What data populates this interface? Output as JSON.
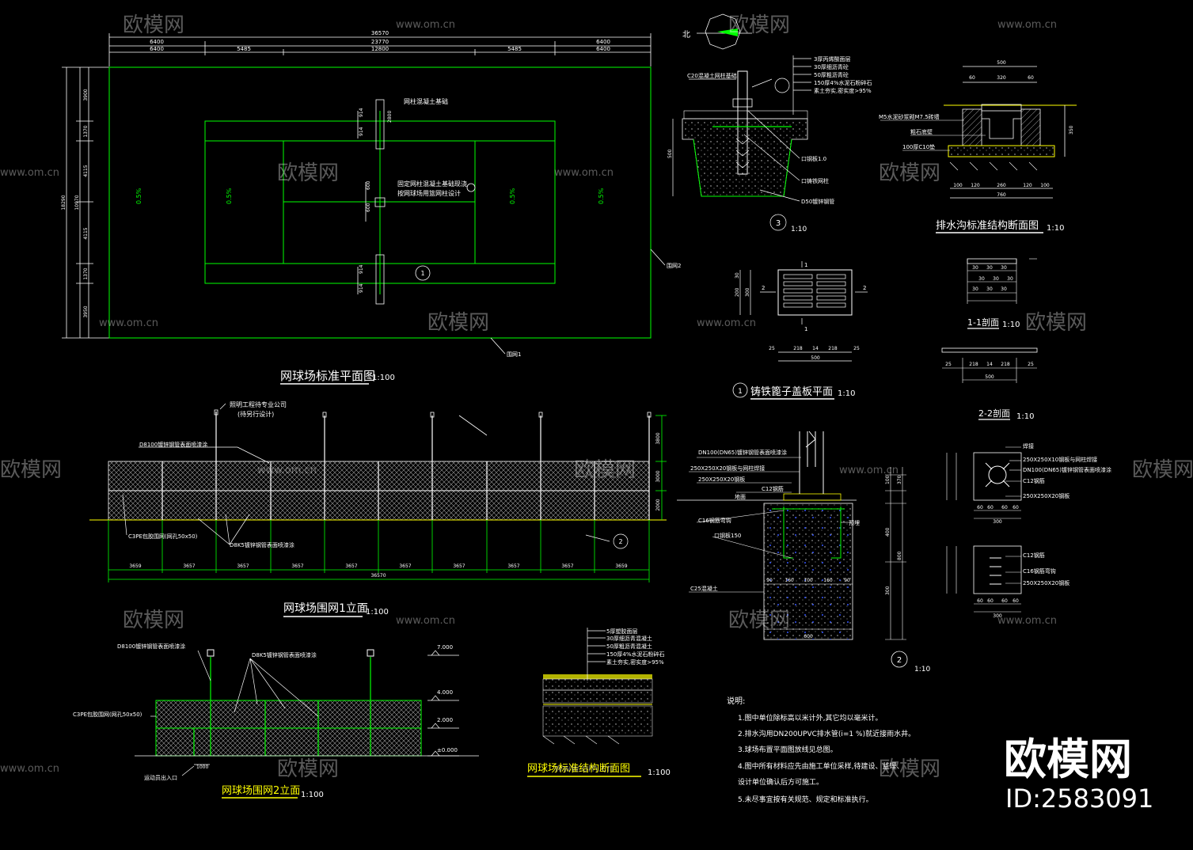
{
  "titles": {
    "plan": "网球场标准平面图",
    "plan_scale": "1:100",
    "elev1": "网球场围网1立面",
    "elev1_scale": "1:100",
    "elev2": "网球场围网2立面",
    "elev2_scale": "1:100",
    "section": "网球场标准结构断面图",
    "section_scale": "1:100",
    "drain": "排水沟标准结构断面图",
    "drain_scale": "1:10",
    "cover": "铸铁篦子盖板平面",
    "cover_scale": "1:10",
    "sec11": "1-1剖面",
    "sec11_scale": "1:10",
    "sec22": "2-2剖面",
    "sec22_scale": "1:10",
    "det3_scale": "1:10",
    "det2_scale": "1:10"
  },
  "plan": {
    "dim_top": [
      "36570",
      "6400",
      "23770",
      "6400",
      "6400",
      "5485",
      "12800",
      "5485",
      "6400"
    ],
    "dim_left": [
      "3900",
      "1370",
      "4115",
      "4115",
      "1370",
      "3950",
      "18290",
      "10970"
    ],
    "slope": "0.5%",
    "note_post": "网柱混凝土基础",
    "note_fix": "固定网柱混凝土基础现浇",
    "note_fix2": "按网球场用篮网柱设计",
    "fence1": "围网1",
    "fence2": "围网2",
    "dims_center": [
      "914",
      "914",
      "2800",
      "914",
      "914",
      "600",
      "600"
    ]
  },
  "elev1": {
    "lamp_note": "照明工程待专业公司",
    "lamp_note2": "(待另行设计)",
    "post_note": "D8100镀锌钢管表面喷漆涂",
    "mesh_note": "C3PE包胶围网(网孔50x50)",
    "post_note2": "D8K5镀锌钢管表面喷漆涂",
    "dims_bottom": [
      "3659",
      "3657",
      "3657",
      "3657",
      "3657",
      "3657",
      "3657",
      "3657",
      "3657",
      "3659"
    ],
    "dim_total": "36570",
    "dims_right": [
      "3800",
      "3000",
      "2000"
    ]
  },
  "elev2": {
    "post_note": "D8100镀锌钢管表面喷漆涂",
    "post_note2": "D8K5镀锌钢管表面喷漆涂",
    "mesh_note": "C3PE包胶围网(网孔50x50)",
    "gate_note": "运动员出入口",
    "gate_dim": "1000",
    "levels": [
      "7.000",
      "4.000",
      "2.000",
      "±0.000"
    ]
  },
  "section": {
    "layers": [
      "5厚塑胶面层",
      "30厚细沥青混凝土",
      "50厚粗沥青混凝土",
      "150厚4%水泥石粉碎石",
      "素土夯实,密实度>95%"
    ]
  },
  "det3": {
    "layers": [
      "3厚丙烯酸面层",
      "30厚细沥青砼",
      "50厚粗沥青砼",
      "150厚4%水泥石粉碎石",
      "素土夯实,密实度>95%"
    ],
    "c_note": "C20混凝土网柱基础",
    "dim": "500",
    "parts": [
      "口钢板1.0",
      "口铸铁网柱",
      "D50镀锌钢管"
    ],
    "tag": "3"
  },
  "drain": {
    "dims_top": [
      "500",
      "60",
      "320",
      "60"
    ],
    "dims_bottom": [
      "100",
      "120",
      "260",
      "120",
      "100",
      "760"
    ],
    "dim_right": "350",
    "notes": [
      "M5水泥砂浆砌M7.5砖墙",
      "粗石底壁",
      "100厚C10垫"
    ]
  },
  "cover": {
    "dims": [
      "25",
      "218",
      "14",
      "218",
      "25",
      "500"
    ],
    "dims_left": [
      "30",
      "200",
      "300"
    ],
    "mark": "1"
  },
  "sec11": {
    "dims": [
      "30",
      "30",
      "30",
      "30",
      "30",
      "30",
      "30",
      "30",
      "30"
    ]
  },
  "sec22": {
    "dims": [
      "25",
      "218",
      "14",
      "218",
      "25",
      "500"
    ]
  },
  "det2": {
    "notes": [
      "DN100(DN65)镀锌钢管表面喷漆涂",
      "250X250X20钢板与网柱焊接",
      "250X250X20钢板",
      "C12钢筋",
      "地面",
      "C16钢筋弯钩",
      "口钢板150",
      "C25混凝土"
    ],
    "label_pre": "预埋",
    "dims_bottom": [
      "90",
      "160",
      "100",
      "160",
      "90",
      "600"
    ],
    "dims_right": [
      "100",
      "370",
      "400",
      "800",
      "300"
    ],
    "tag": "2"
  },
  "plate": {
    "notes": [
      "焊接",
      "250X250X10钢板与网柱焊接",
      "DN100(DN65)镀锌钢管表面喷漆涂",
      "C12钢筋",
      "250X250X20钢板",
      "C12钢筋",
      "C16钢筋弯钩",
      "250X250X20钢板"
    ],
    "dims": [
      "60",
      "60",
      "60",
      "60",
      "300",
      "60",
      "60",
      "60",
      "60",
      "300"
    ]
  },
  "notes": {
    "heading": "说明:",
    "items": [
      "1.图中单位除标高以米计外,其它均以毫米计。",
      "2.排水沟用DN200UPVC排水管(i=1  %)就近接雨水井。",
      "3.球场布置平面图放线见总图。",
      "4.图中所有材料应先由施工单位采样,待建设、监理、",
      "  设计单位确认后方可施工。",
      "5.未尽事宜按有关规范、规定和标准执行。"
    ]
  },
  "north": "北",
  "watermarks": {
    "brand": "欧模网",
    "url": "www.om.cn",
    "id": "ID:2583091"
  },
  "colors": {
    "bg": "#000000",
    "line": "#ffffff",
    "court": "#00ff00",
    "dim": "#ffffff",
    "accent_yellow": "#ffff00",
    "cyan": "#00ffff",
    "blue": "#3355ff"
  }
}
